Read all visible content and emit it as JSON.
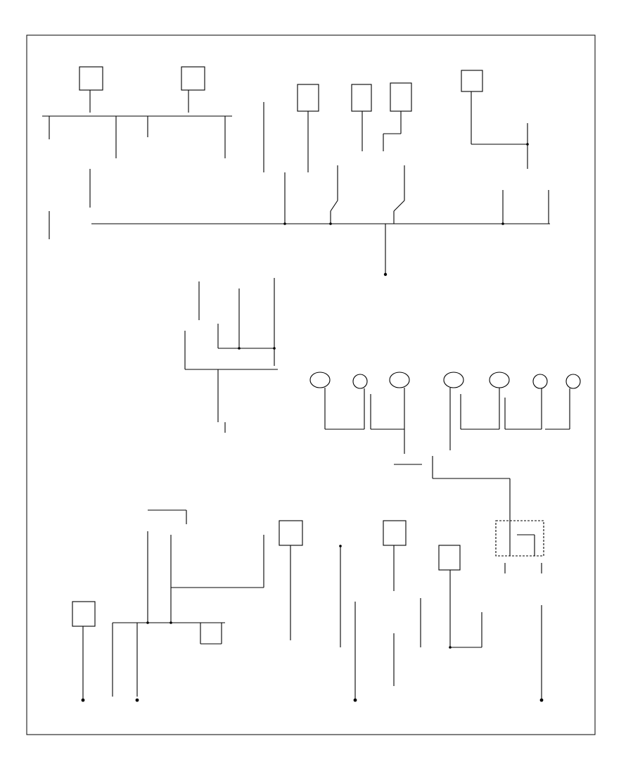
{
  "diagram": {
    "type": "ground-distribution wiring diagram",
    "line_color": "#000000",
    "text_color": "#3a3a3a",
    "page_id": "",
    "labels": [],
    "components": [
      {
        "name": "component-top-left-1"
      },
      {
        "name": "component-top-left-2"
      },
      {
        "name": "component-top-mid-1"
      },
      {
        "name": "component-top-mid-2"
      },
      {
        "name": "component-top-mid-3"
      },
      {
        "name": "component-top-mid-4"
      },
      {
        "name": "component-top-right-1"
      },
      {
        "name": "lamp-row-1"
      },
      {
        "name": "lamp-row-2"
      },
      {
        "name": "lamp-row-3"
      },
      {
        "name": "lamp-row-4"
      },
      {
        "name": "lamp-row-5"
      },
      {
        "name": "lamp-row-6"
      },
      {
        "name": "lamp-row-7"
      },
      {
        "name": "component-bottom-1"
      },
      {
        "name": "component-bottom-2"
      },
      {
        "name": "component-bottom-3"
      },
      {
        "name": "component-bottom-4"
      },
      {
        "name": "component-bottom-5"
      }
    ]
  }
}
